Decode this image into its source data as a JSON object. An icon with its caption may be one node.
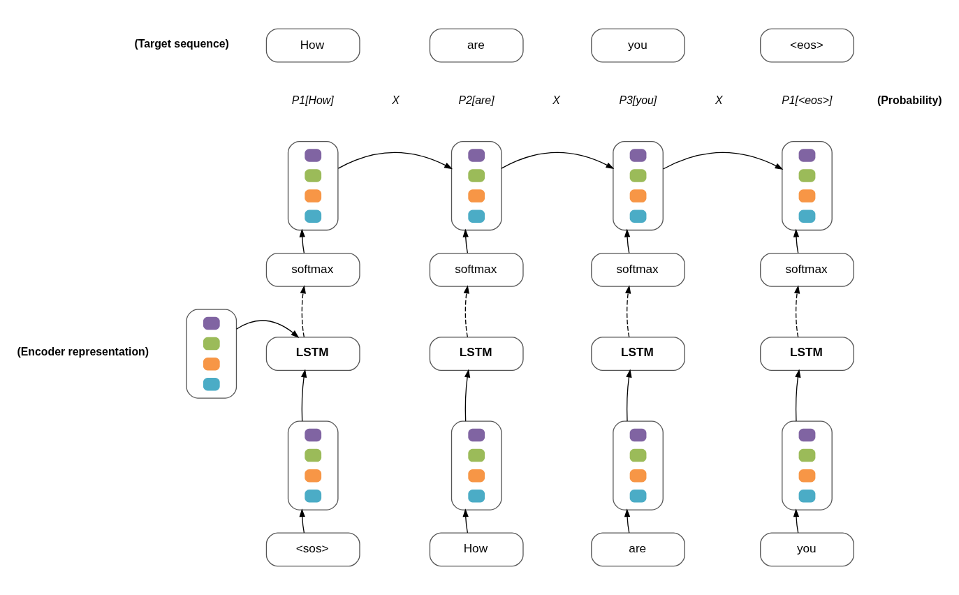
{
  "diagram": {
    "nodes": [
      {
        "text": [
          "How"
        ]
      },
      {
        "text": [
          "are"
        ]
      },
      {
        "text": [
          "you"
        ]
      },
      {
        "text": [
          "<eos>"
        ]
      },
      {
        "text": [],
        "shape": "box"
      },
      {
        "text": [],
        "shape": "box"
      },
      {
        "text": [],
        "shape": "box"
      },
      {
        "text": [],
        "shape": "box"
      },
      {
        "text": [
          "softmax"
        ]
      },
      {
        "text": [
          "softmax"
        ]
      },
      {
        "text": [
          "softmax"
        ]
      },
      {
        "text": [
          "softmax"
        ]
      },
      {
        "text": [],
        "shape": "box"
      },
      {
        "text": [
          "LSTM"
        ]
      },
      {
        "text": [
          "LSTM"
        ]
      },
      {
        "text": [
          "LSTM"
        ]
      },
      {
        "text": [
          "LSTM"
        ]
      },
      {
        "text": [],
        "shape": "box"
      },
      {
        "text": [],
        "shape": "box"
      },
      {
        "text": [],
        "shape": "box"
      },
      {
        "text": [],
        "shape": "box"
      },
      {
        "text": [
          "<sos>"
        ]
      },
      {
        "text": [
          "How"
        ]
      },
      {
        "text": [
          "are"
        ]
      },
      {
        "text": [
          "you"
        ]
      }
    ],
    "edges": [
      {
        "from": 4,
        "to": 5,
        "arrow": "to"
      },
      {
        "from": 5,
        "to": 6,
        "arrow": "to"
      },
      {
        "from": 6,
        "to": 7,
        "arrow": "to"
      },
      {
        "from": 8,
        "to": 4,
        "arrow": "to"
      },
      {
        "from": 9,
        "to": 5,
        "arrow": "to"
      },
      {
        "from": 10,
        "to": 6,
        "arrow": "to"
      },
      {
        "from": 11,
        "to": 7,
        "arrow": "to"
      },
      {
        "from": 13,
        "to": 8,
        "arrow": "to",
        "style": "dashed"
      },
      {
        "from": 14,
        "to": 9,
        "arrow": "to",
        "style": "dashed"
      },
      {
        "from": 15,
        "to": 10,
        "arrow": "to",
        "style": "dashed"
      },
      {
        "from": 16,
        "to": 11,
        "arrow": "to",
        "style": "dashed"
      },
      {
        "from": 12,
        "to": 13,
        "arrow": "to"
      },
      {
        "from": 17,
        "to": 13,
        "arrow": "to"
      },
      {
        "from": 18,
        "to": 14,
        "arrow": "to"
      },
      {
        "from": 19,
        "to": 15,
        "arrow": "to"
      },
      {
        "from": 20,
        "to": 16,
        "arrow": "to"
      },
      {
        "from": 21,
        "to": 17,
        "arrow": "to"
      },
      {
        "from": 22,
        "to": 18,
        "arrow": "to"
      },
      {
        "from": 23,
        "to": 19,
        "arrow": "to"
      },
      {
        "from": 24,
        "to": 20,
        "arrow": "to"
      }
    ],
    "labels": [
      "(Target sequence)",
      "P1[How]",
      "X",
      "P2[are]",
      "X",
      "P3[you]",
      "X",
      "P1[<eos>]",
      "(Probability)",
      "(Encoder representation)"
    ]
  }
}
